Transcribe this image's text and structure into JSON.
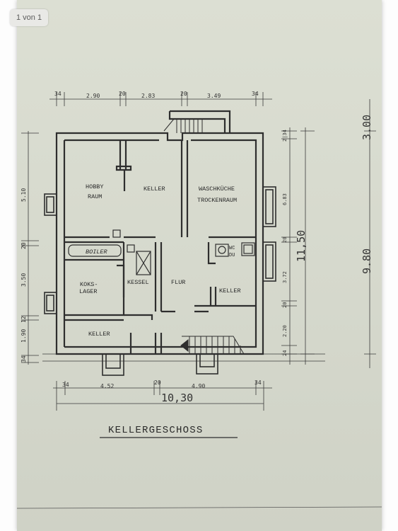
{
  "viewer": {
    "page_indicator": "1 von 1"
  },
  "plan": {
    "title": "KELLERGESCHOSS",
    "rooms": {
      "hobby_line1": "HOBBY",
      "hobby_line2": "RAUM",
      "keller_top": "KELLER",
      "waschkueche_line1": "WASCHKÜCHE",
      "waschkueche_line2": "TROCKENRAUM",
      "boiler": "BOILER",
      "koks_line1": "KOKS-",
      "koks_line2": "LAGER",
      "kessel": "KESSEL",
      "flur": "FLUR",
      "keller_right": "KELLER",
      "keller_bottom": "KELLER",
      "wc": "WC",
      "du": "DU"
    },
    "dims_top": [
      "34",
      "2.90",
      "20",
      "2.83",
      "20",
      "3.49",
      "34"
    ],
    "dims_bottom": [
      "34",
      "4.52",
      "20",
      "4.90",
      "34"
    ],
    "total_width": "10,30",
    "dims_left": [
      "5.10",
      "20",
      "3.50",
      "12",
      "1.90",
      "34"
    ],
    "dims_right_inner": [
      "2|34",
      "6.83",
      "20",
      "3.72",
      "20",
      "2.20",
      "24"
    ],
    "total_height": "11,50",
    "outer_right_top": "3.00",
    "outer_right_bottom": "9.80"
  }
}
